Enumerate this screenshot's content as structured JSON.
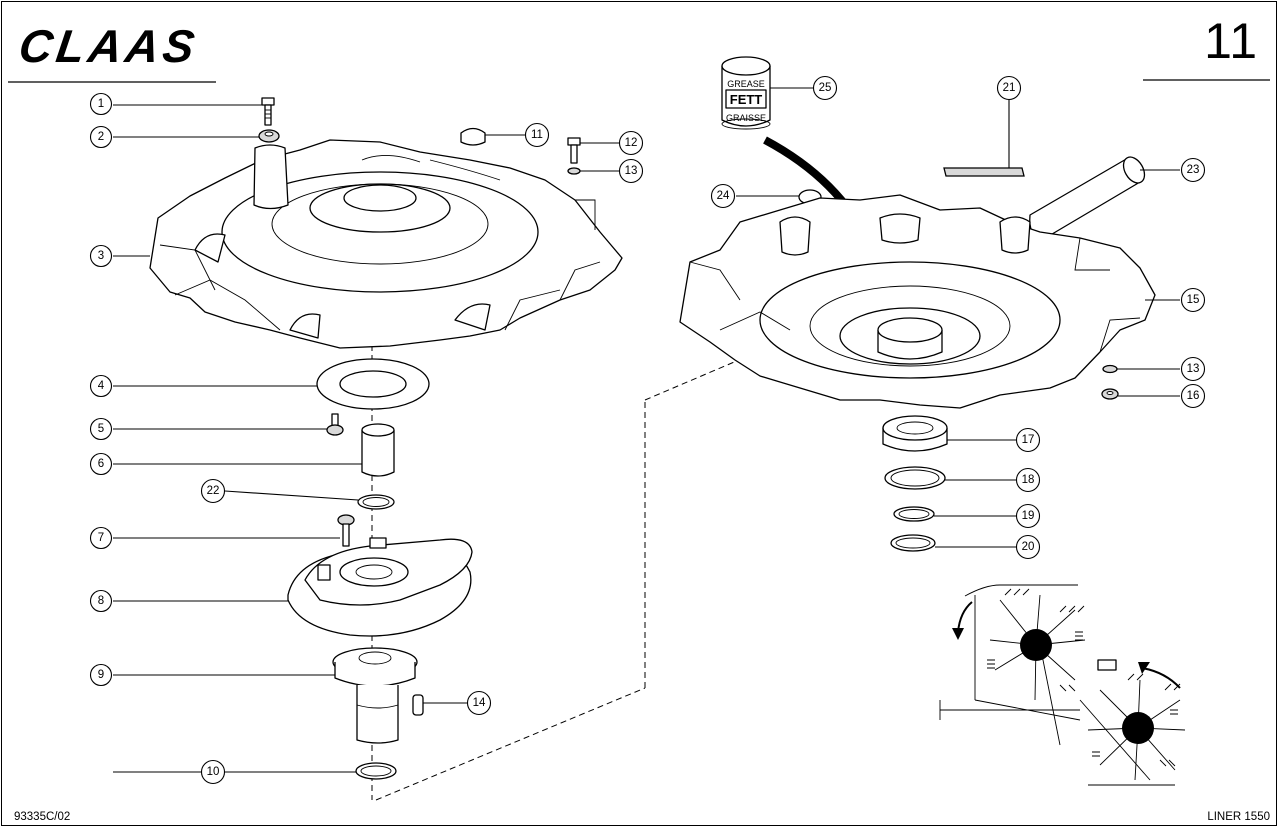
{
  "header": {
    "brand": "CLAAS",
    "page_number": "11"
  },
  "footer": {
    "doc_code": "93335C/02",
    "model": "LINER 1550"
  },
  "grease_can": {
    "line1": "GREASE",
    "line2": "FETT",
    "line3": "GRAISSE"
  },
  "callouts": [
    "1",
    "2",
    "3",
    "4",
    "5",
    "6",
    "22",
    "7",
    "8",
    "9",
    "10",
    "11",
    "12",
    "13",
    "14",
    "25",
    "21",
    "23",
    "24",
    "15",
    "13",
    "16",
    "17",
    "18",
    "19",
    "20"
  ]
}
